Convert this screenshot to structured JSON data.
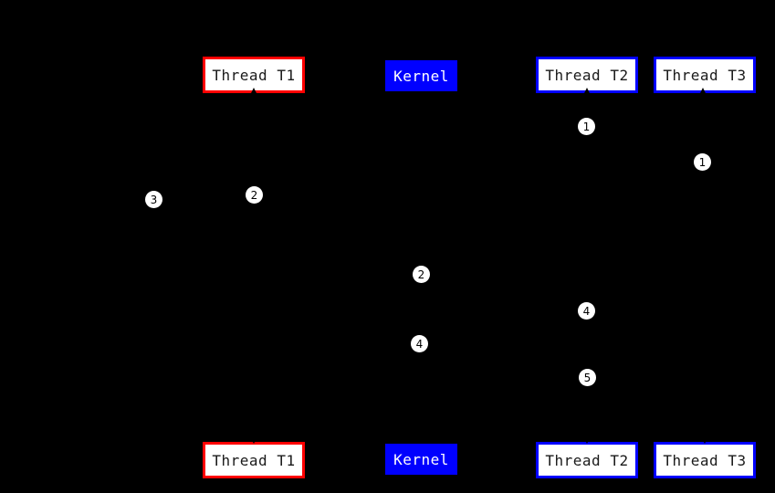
{
  "diagram": {
    "background_color": "#000000",
    "colors": {
      "thread_t1_border": "#ff0000",
      "thread_t2_t3_border": "#0000ff",
      "kernel_fill": "#0000ff",
      "node_fill": "#ffffff",
      "node_text": "#1a1a1a",
      "kernel_text": "#ffffff",
      "badge_fill": "#ffffff",
      "badge_text": "#000000",
      "edge_color": "#000000"
    },
    "nodes": [
      {
        "id": "thread-t1-top",
        "label": "Thread T1"
      },
      {
        "id": "kernel-top",
        "label": "Kernel"
      },
      {
        "id": "thread-t2-top",
        "label": "Thread T2"
      },
      {
        "id": "thread-t3-top",
        "label": "Thread T3"
      },
      {
        "id": "thread-t1-bottom",
        "label": "Thread T1"
      },
      {
        "id": "kernel-bottom",
        "label": "Kernel"
      },
      {
        "id": "thread-t2-bottom",
        "label": "Thread T2"
      },
      {
        "id": "thread-t3-bottom",
        "label": "Thread T3"
      }
    ],
    "step_badges": [
      {
        "label": "1"
      },
      {
        "label": "1"
      },
      {
        "label": "2"
      },
      {
        "label": "3"
      },
      {
        "label": "2"
      },
      {
        "label": "4"
      },
      {
        "label": "4"
      },
      {
        "label": "5"
      }
    ]
  }
}
